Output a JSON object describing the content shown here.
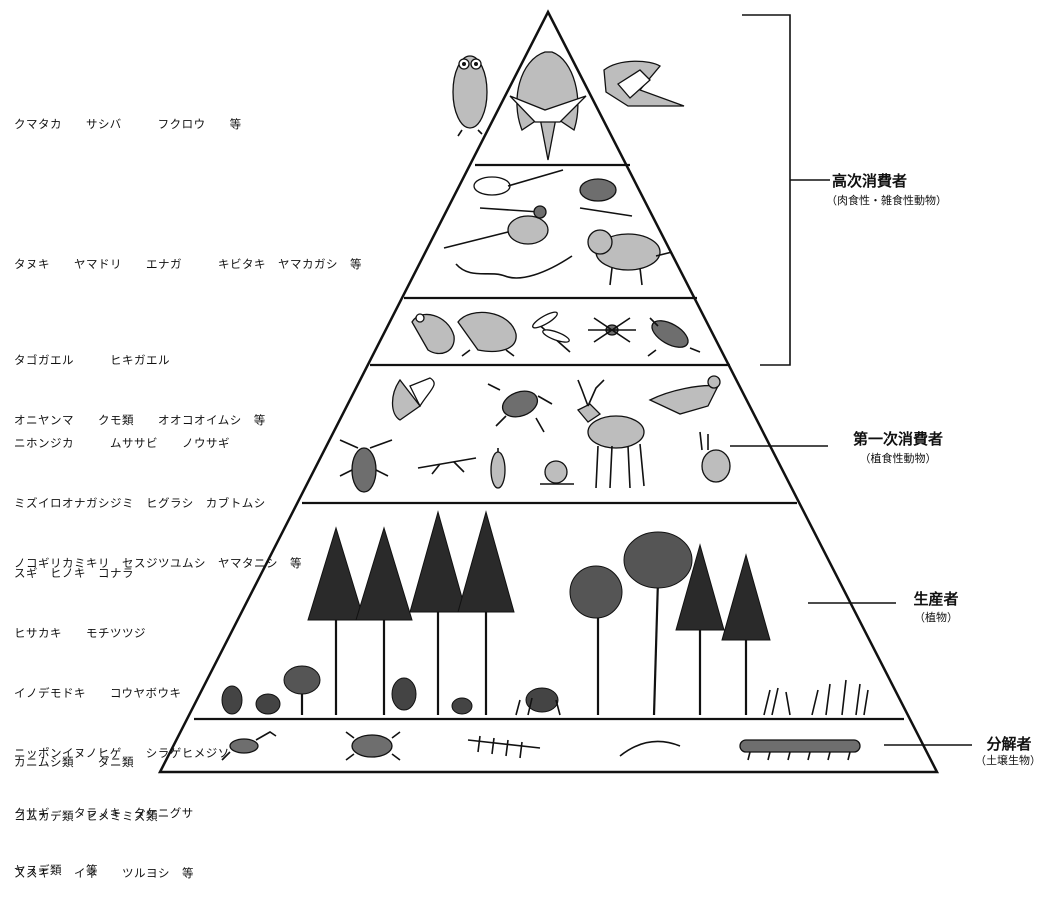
{
  "levels": [
    {
      "id": "raptors",
      "lines": [
        "クマタカ　　サシバ　　　フクロウ　　等"
      ]
    },
    {
      "id": "birds_mammals",
      "lines": [
        "タヌキ　　ヤマドリ　　エナガ　　　キビタキ　ヤマカガシ　等"
      ]
    },
    {
      "id": "amphibians_insects",
      "lines": [
        "タゴガエル　　　ヒキガエル",
        "オニヤンマ　　クモ類　　オオコオイムシ　等"
      ]
    },
    {
      "id": "herbivores",
      "lines": [
        "ニホンジカ　　　ムササビ　　ノウサギ",
        "ミズイロオナガシジミ　ヒグラシ　カブトムシ",
        "ノコギリカミキリ　セスジツユムシ　ヤマタニシ　等"
      ]
    },
    {
      "id": "plants",
      "lines": [
        "スギ　ヒノキ　コナラ",
        "ヒサカキ　　モチツツジ",
        "イノデモドキ　　コウヤボウキ",
        "ニッポンイヌノヒゲ　　シラゲヒメジソ",
        "クサギ　　タラノキ　タケニグサ",
        "ススキ　　イネ　　ツルヨシ　等"
      ]
    },
    {
      "id": "soil",
      "lines": [
        "カニムシ類　　ダニ類",
        "コムカデ類　ヒメミミズ類",
        "ヤスデ類　　等"
      ]
    }
  ],
  "roles": {
    "higher": {
      "title": "高次消費者",
      "sub": "（肉食性・雑食性動物）"
    },
    "primary": {
      "title": "第一次消費者",
      "sub": "（植食性動物）"
    },
    "producer": {
      "title": "生産者",
      "sub": "（植物）"
    },
    "decomposer": {
      "title": "分解者",
      "sub": "（土壌生物）"
    }
  },
  "icons": {
    "raptors": [
      "owl-icon",
      "hawk-eagle-icon",
      "grey-faced-buzzard-icon"
    ],
    "birds_mammals": [
      "long-tailed-tit-icon",
      "narcissus-flycatcher-icon",
      "copper-pheasant-icon",
      "raccoon-dog-icon",
      "snake-icon"
    ],
    "amphibians_insects": [
      "frog-icon",
      "toad-icon",
      "dragonfly-icon",
      "spider-icon",
      "water-bug-icon"
    ],
    "herbivores": [
      "butterfly-icon",
      "beetle-icon",
      "deer-icon",
      "flying-squirrel-icon",
      "longhorn-beetle-icon",
      "katydid-icon",
      "cicada-icon",
      "snail-icon",
      "hare-icon"
    ],
    "plants": [
      "conifer-tree-icon",
      "broadleaf-tree-icon",
      "shrub-icon",
      "grass-icon"
    ],
    "soil": [
      "pseudoscorpion-icon",
      "mite-icon",
      "centipede-icon",
      "earthworm-icon",
      "millipede-icon"
    ]
  },
  "colors": {
    "line": "#111111",
    "fill_light": "#bdbdbd",
    "fill_dark": "#6e6e6e",
    "background": "#ffffff"
  }
}
